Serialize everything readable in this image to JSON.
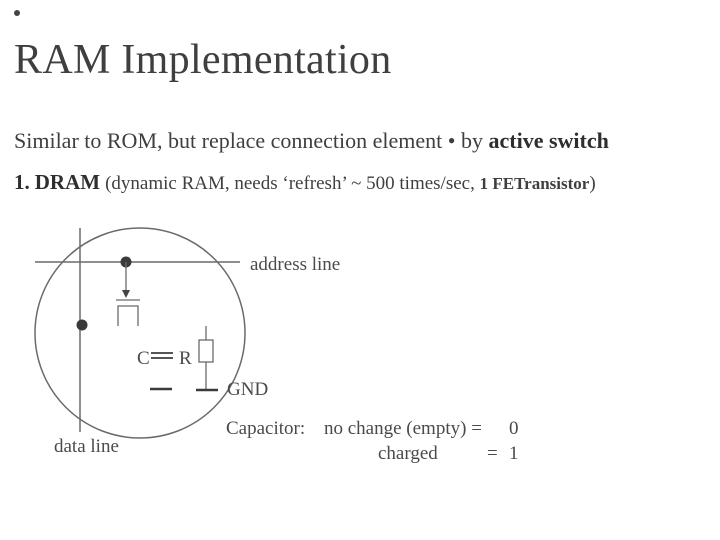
{
  "slide": {
    "title": "RAM Implementation",
    "intro": {
      "text_before": "Similar to ROM, but replace connection element",
      "text_by": "by",
      "emphasis": "active switch"
    },
    "item1": {
      "number": "1.",
      "name": "DRAM",
      "paren_open": "(dynamic RAM, needs ‘refresh’ ~ 500 times/sec, ",
      "transistor": "1 FETransistor",
      "paren_close": ")"
    },
    "diagram": {
      "address_line_label": "address line",
      "data_line_label": "data line",
      "c_label": "C",
      "r_label": "R",
      "gnd_label": "GND",
      "capacitor_label": "Capacitor:",
      "state_empty": "no change (empty) =",
      "value_empty": "0",
      "state_charged": "charged",
      "eq_charged": "=",
      "value_charged": "1"
    }
  }
}
